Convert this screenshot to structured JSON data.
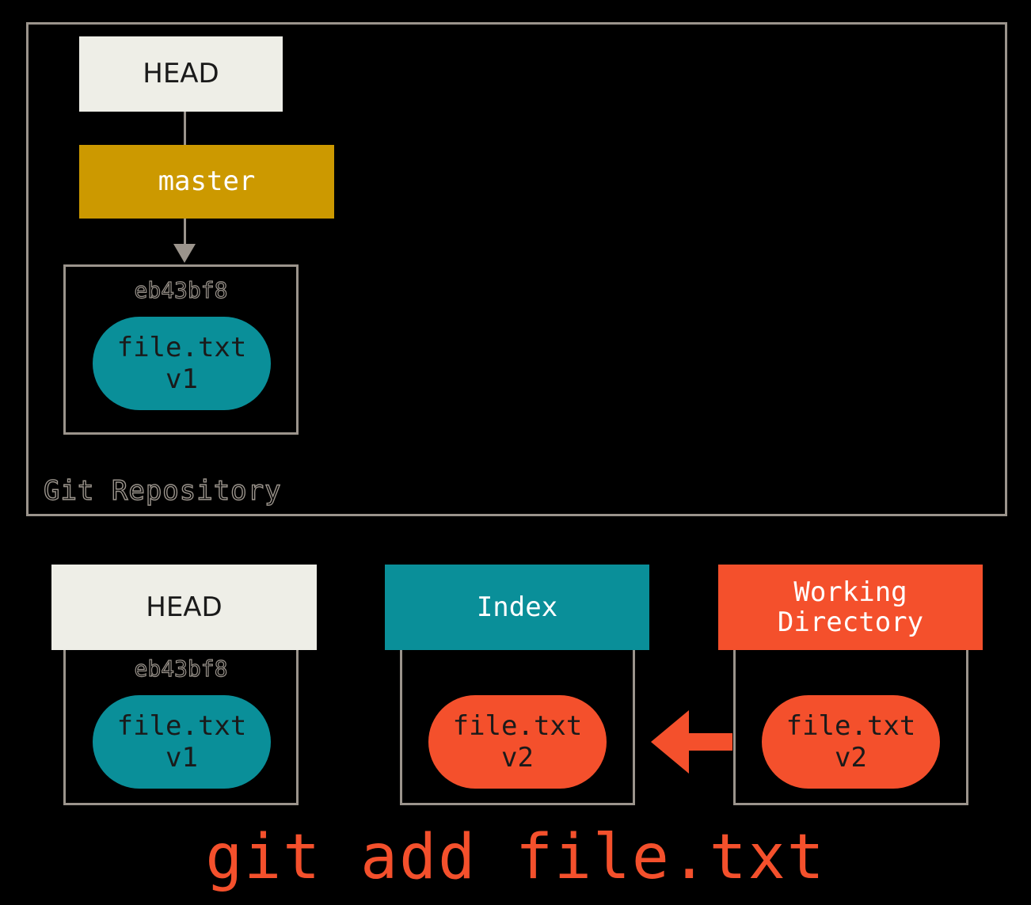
{
  "diagram": {
    "title": "git add file.txt",
    "colors": {
      "background": "#000000",
      "frame_border": "#9b948c",
      "head_fill": "#eeeee7",
      "branch_fill": "#cc9900",
      "index_fill": "#0a8f99",
      "working_dir_fill": "#f4502c",
      "blob_committed": "#0a8f99",
      "blob_modified": "#f4502c",
      "command_text": "#f4502c"
    }
  },
  "repository": {
    "label": "Git Repository",
    "head": {
      "label": "HEAD"
    },
    "branch": {
      "label": "master"
    },
    "commit": {
      "hash": "eb43bf8",
      "blob": {
        "filename": "file.txt",
        "version": "v1"
      }
    }
  },
  "areas": {
    "head": {
      "label": "HEAD",
      "commit": {
        "hash": "eb43bf8",
        "blob": {
          "filename": "file.txt",
          "version": "v1"
        }
      }
    },
    "index": {
      "label": "Index",
      "blob": {
        "filename": "file.txt",
        "version": "v2"
      }
    },
    "working_directory": {
      "label": "Working\nDirectory",
      "blob": {
        "filename": "file.txt",
        "version": "v2"
      }
    }
  },
  "command": "git add file.txt"
}
